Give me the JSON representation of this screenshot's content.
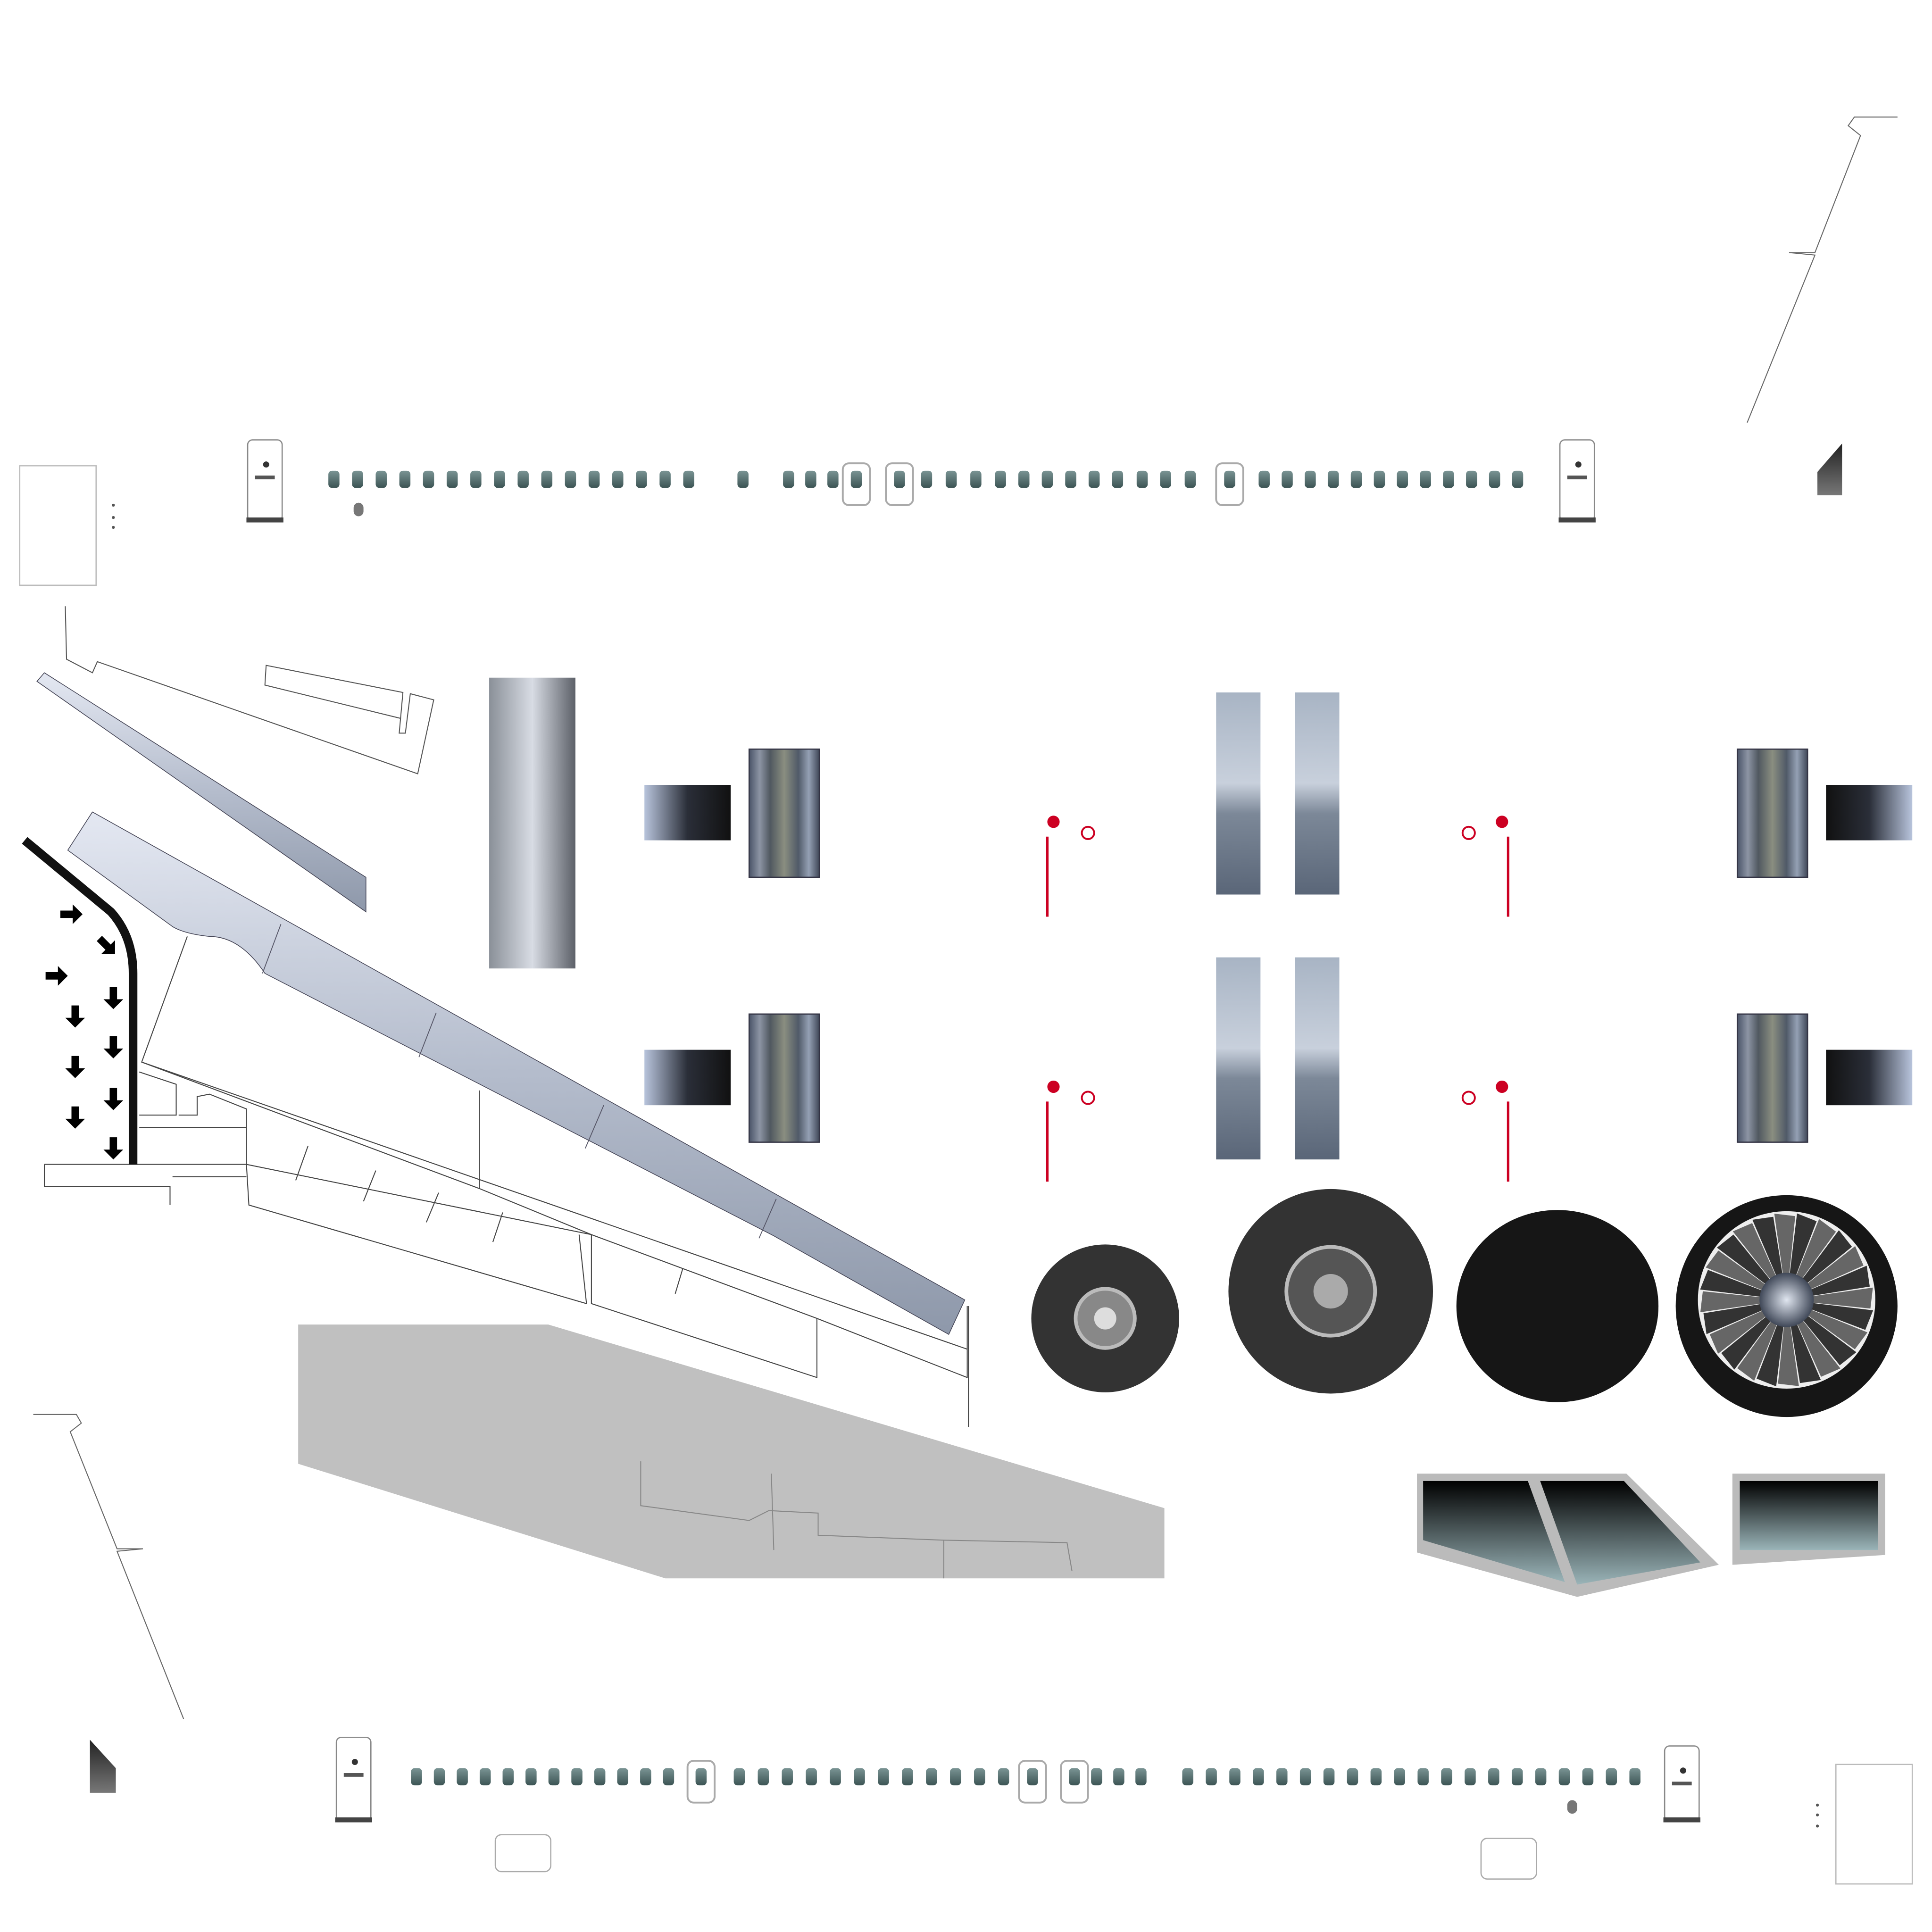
{
  "colors": {
    "background": "#ffffff",
    "window": "#4f6b6b",
    "wing_panel": "#c0c0c0",
    "tire": "#333333",
    "fan_hub": "#161616",
    "marker_red": "#cc0022",
    "outline": "#555555"
  },
  "top_row": {
    "window_count": 45,
    "door_count": 2,
    "exit_count": 3
  },
  "bottom_row": {
    "window_count": 48,
    "door_count": 2,
    "exit_count": 3
  }
}
